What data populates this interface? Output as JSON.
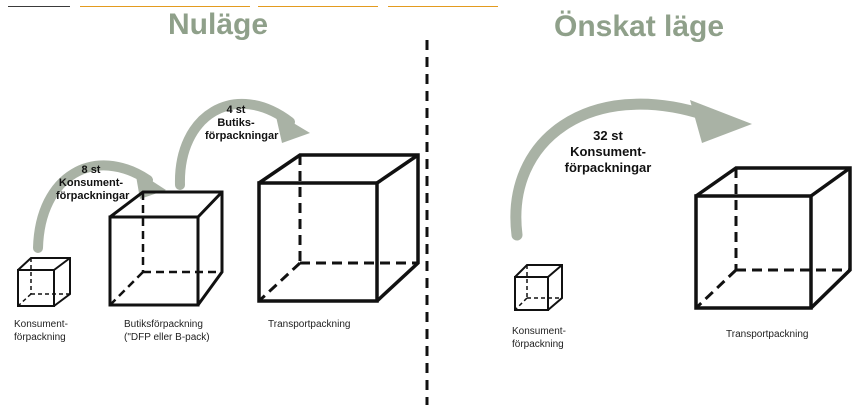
{
  "colors": {
    "heading": "#8fa08a",
    "arrow": "#a9b2a5",
    "strip_orange": "#e39b1f",
    "strip_dark": "#3a3a3a",
    "outline": "#111111"
  },
  "headings": {
    "current": "Nuläge",
    "desired": "Önskat läge"
  },
  "current_state": {
    "arrow1": {
      "quantity": "8 st",
      "line2": "Konsument-",
      "line3": "förpackningar"
    },
    "arrow2": {
      "quantity": "4 st",
      "line2": "Butiks-",
      "line3": "förpackningar"
    },
    "labels": {
      "consumer_1": "Konsument-",
      "consumer_2": "förpackning",
      "store_1": "Butiksförpackning",
      "store_2": "(\"DFP eller B-pack)",
      "transport": "Transportpackning"
    }
  },
  "desired_state": {
    "arrow": {
      "quantity": "32 st",
      "line2": "Konsument-",
      "line3": "förpackningar"
    },
    "labels": {
      "consumer_1": "Konsument-",
      "consumer_2": "förpackning",
      "transport": "Transportpackning"
    }
  },
  "icons": [
    "cube-icon",
    "curved-arrow-icon",
    "dashed-divider"
  ]
}
